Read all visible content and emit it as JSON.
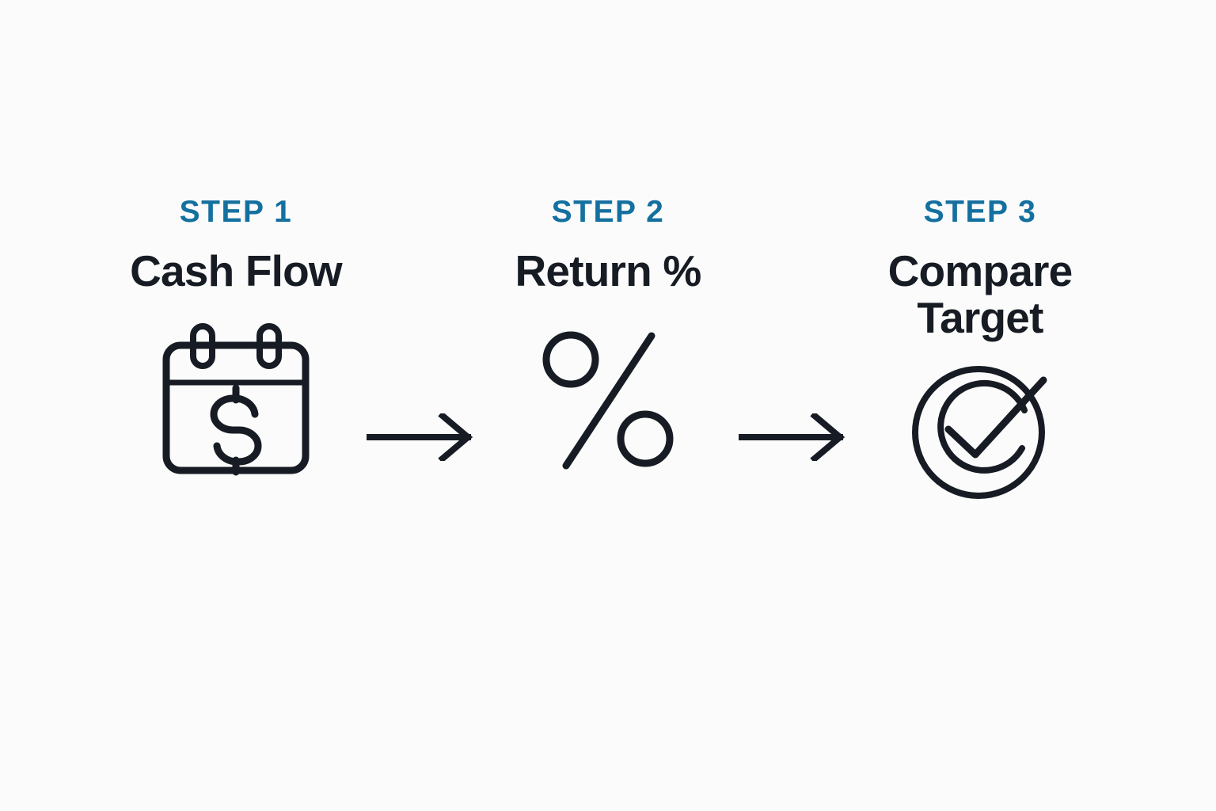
{
  "diagram": {
    "title": "Cash Flow to Return % to Compare Target process",
    "background_color": "#fbfbfb",
    "accent_color": "#14709f",
    "ink_color": "#171c24",
    "steps": [
      {
        "eyebrow": "STEP 1",
        "title": "Cash Flow",
        "icon": "calendar-dollar-icon"
      },
      {
        "eyebrow": "STEP 2",
        "title": "Return %",
        "icon": "percent-icon"
      },
      {
        "eyebrow": "STEP 3",
        "title": "Compare Target",
        "icon": "target-check-icon"
      }
    ],
    "connectors": [
      {
        "name": "arrow-right-1",
        "icon": "arrow-right-icon"
      },
      {
        "name": "arrow-right-2",
        "icon": "arrow-right-icon"
      }
    ]
  }
}
